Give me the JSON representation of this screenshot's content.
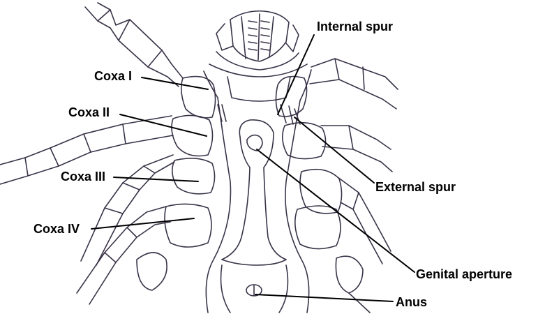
{
  "diagram": {
    "labels": {
      "coxa_1": "Coxa I",
      "coxa_2": "Coxa II",
      "coxa_3": "Coxa III",
      "coxa_4": "Coxa IV",
      "internal_spur": "Internal spur",
      "external_spur": "External spur",
      "genital_aperture": "Genital aperture",
      "anus": "Anus"
    },
    "colors": {
      "line": "#3a3348",
      "leader": "#000000",
      "background": "#ffffff"
    }
  }
}
